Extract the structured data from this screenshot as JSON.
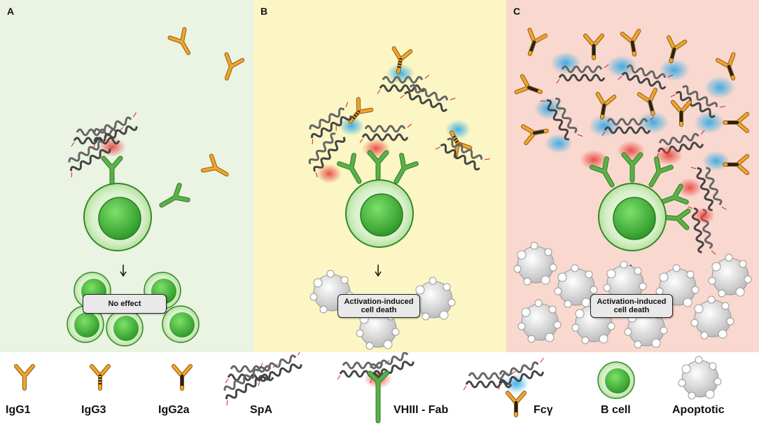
{
  "panels": [
    {
      "label": "A",
      "caption": "No effect"
    },
    {
      "label": "B",
      "caption_line1": "Activation-induced",
      "caption_line2": "cell death"
    },
    {
      "label": "C",
      "caption_line1": "Activation-induced",
      "caption_line2": "cell death"
    }
  ],
  "legend": {
    "igg1": "IgG1",
    "igg3": "IgG3",
    "igg2a": "IgG2a",
    "spa": "SpA",
    "vhiii": "VHIII - Fab",
    "fcg": "Fcγ",
    "bcell": "B cell",
    "apoptotic": "Apoptotic"
  },
  "colors": {
    "panel_a": "#ebf3e2",
    "panel_b": "#fbf6c4",
    "panel_c": "#f9d8cf",
    "igg": "#f2a52b",
    "bcr": "#5cb04a",
    "bcell": "#4fbf3f",
    "spa": "#555555",
    "vh_glow": "#e8403a",
    "fc_glow": "#2aa8e6"
  }
}
